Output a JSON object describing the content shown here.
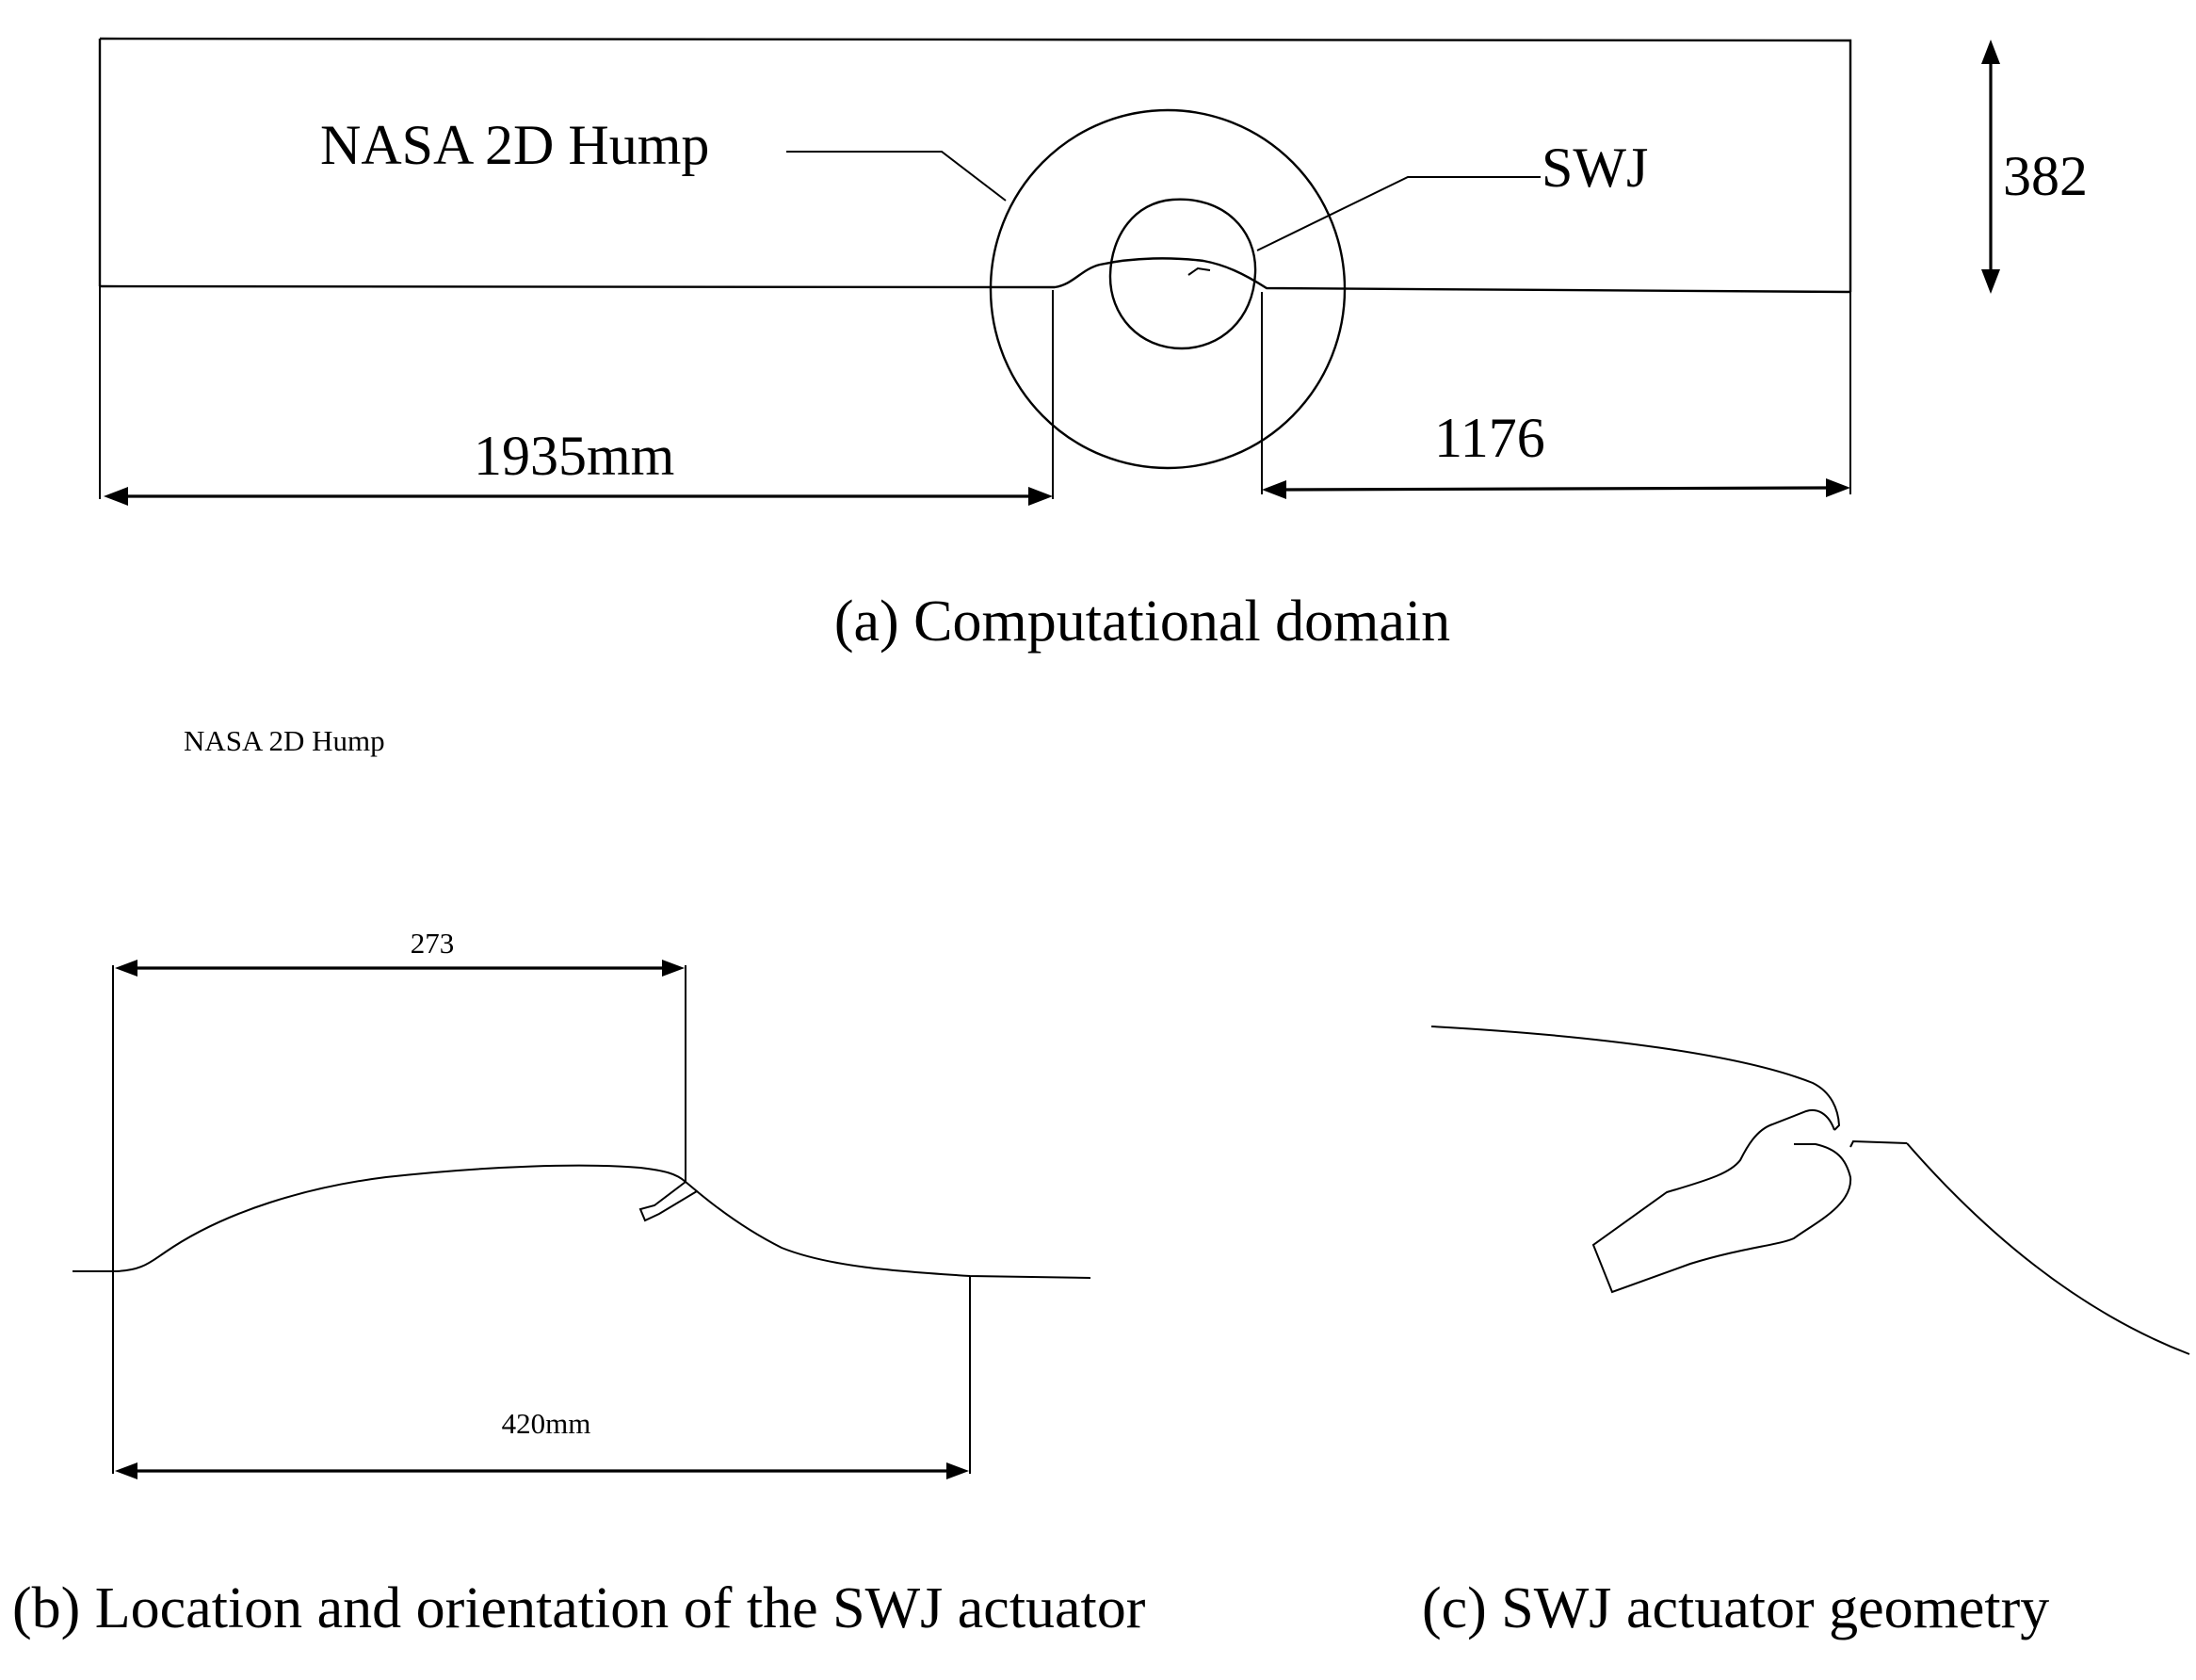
{
  "panel_a": {
    "label_hump": "NASA 2D Hump",
    "label_swj": "SWJ",
    "dim_height": "382",
    "dim_upstream": "1935mm",
    "dim_downstream": "1176",
    "caption": "(a) Computational domain"
  },
  "panel_b": {
    "title": "NASA 2D Hump",
    "dim_top": "273",
    "dim_bottom": "420mm",
    "caption": "(b) Location and orientation of the SWJ actuator"
  },
  "panel_c": {
    "caption": "(c) SWJ actuator geometry"
  }
}
